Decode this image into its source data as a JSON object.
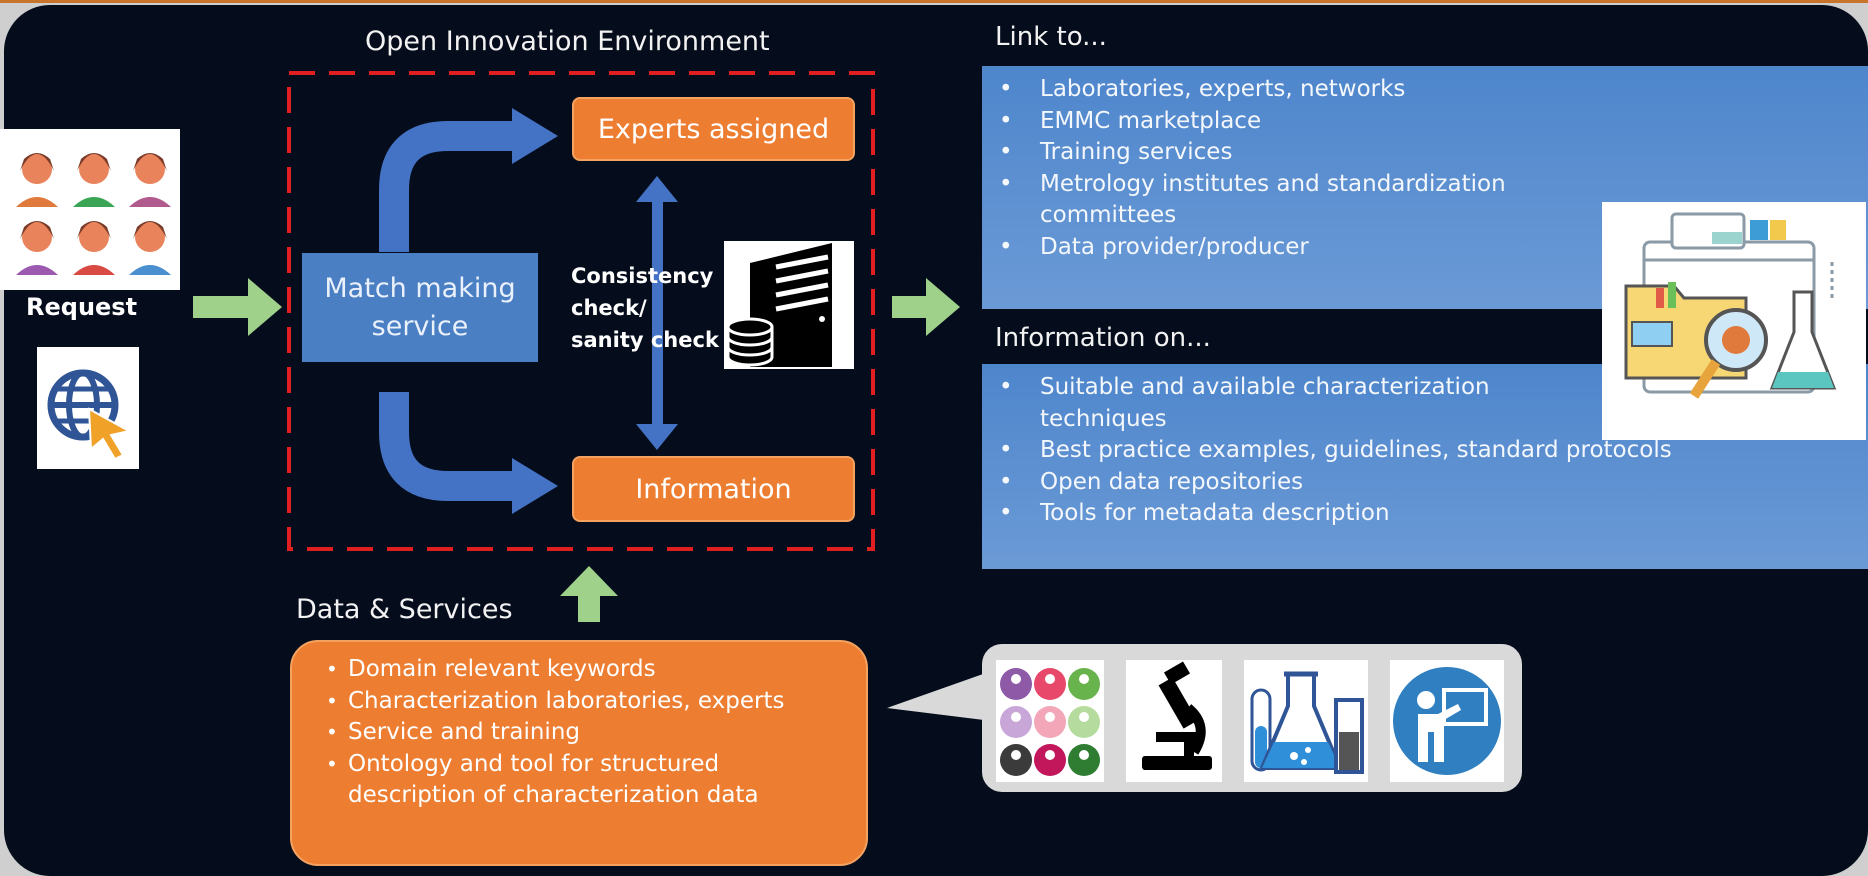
{
  "request_label": "Request",
  "oie_title": "Open Innovation Environment",
  "match_making": [
    "Match making",
    "service"
  ],
  "experts_assigned": "Experts assigned",
  "information": "Information",
  "consistency": [
    "Consistency",
    "check/",
    "sanity check"
  ],
  "link_to": {
    "heading": "Link to...",
    "items": [
      {
        "text": "Laboratories, experts, networks",
        "bullet": true
      },
      {
        "text": "EMMC marketplace",
        "bullet": true
      },
      {
        "text": "Training services",
        "bullet": true
      },
      {
        "text": "Metrology institutes and standardization",
        "bullet": true
      },
      {
        "text": "committees",
        "bullet": false
      },
      {
        "text": "Data provider/producer",
        "bullet": true
      }
    ]
  },
  "information_on": {
    "heading": "Information on...",
    "items": [
      {
        "text": "Suitable and available characterization",
        "bullet": true
      },
      {
        "text": "techniques",
        "bullet": false
      },
      {
        "text": "Best practice examples, guidelines, standard protocols",
        "bullet": true
      },
      {
        "text": "Open data repositories",
        "bullet": true
      },
      {
        "text": "Tools for metadata description",
        "bullet": true
      }
    ]
  },
  "data_services": {
    "heading": "Data & Services",
    "items": [
      {
        "text": "Domain relevant keywords",
        "bullet": true
      },
      {
        "text": "Characterization laboratories, experts",
        "bullet": true
      },
      {
        "text": "Service and training",
        "bullet": true
      },
      {
        "text": "Ontology and tool for structured",
        "bullet": true
      },
      {
        "text": "description of characterization data",
        "bullet": false
      }
    ]
  },
  "colors": {
    "background": "#050d1c",
    "orange": "#ed7d31",
    "blue_box": "#4a7fc4",
    "panel_blue": "#5b8fd2",
    "arrow_green": "#9fd18b",
    "dashed_red": "#e02020",
    "arrow_blue": "#4472c4"
  },
  "icons": [
    "people-group-icon",
    "globe-cursor-icon",
    "database-server-icon",
    "analytics-lab-icon",
    "people-grid-icon",
    "microscope-icon",
    "lab-flasks-icon",
    "teacher-board-icon"
  ]
}
